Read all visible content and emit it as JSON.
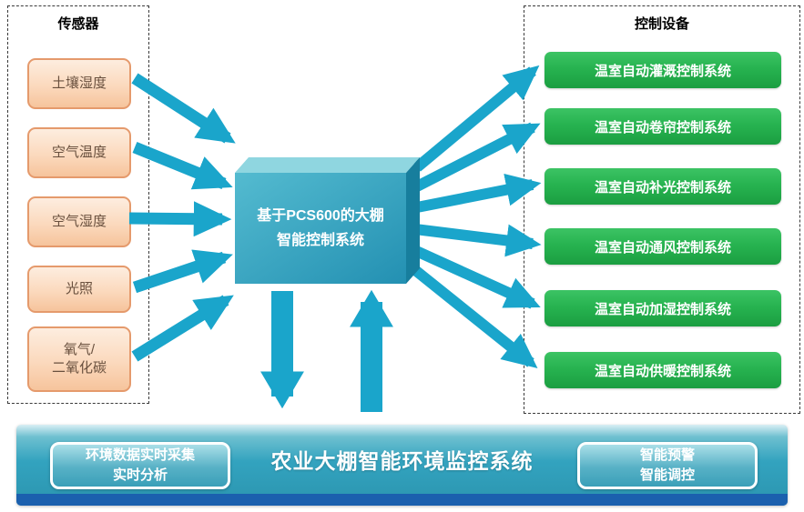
{
  "sensors_panel": {
    "title": "传感器",
    "items": [
      {
        "lines": [
          "土壤湿度"
        ]
      },
      {
        "lines": [
          "空气温度"
        ]
      },
      {
        "lines": [
          "空气湿度"
        ]
      },
      {
        "lines": [
          "光照"
        ]
      },
      {
        "lines": [
          "氧气/",
          "二氧化碳"
        ]
      }
    ]
  },
  "center_box": {
    "line1": "基于PCS600的大棚",
    "line2": "智能控制系统"
  },
  "devices_panel": {
    "title": "控制设备",
    "items": [
      "温室自动灌溉控制系统",
      "温室自动卷帘控制系统",
      "温室自动补光控制系统",
      "温室自动通风控制系统",
      "温室自动加湿控制系统",
      "温室自动供暖控制系统"
    ]
  },
  "bottom_bar": {
    "left_box": {
      "line1": "环境数据实时采集",
      "line2": "实时分析"
    },
    "title": "农业大棚智能环境监控系统",
    "right_box": {
      "line1": "智能预警",
      "line2": "智能调控"
    }
  },
  "colors": {
    "arrow_teal": "#1aa5cb",
    "device_green": "#27b350",
    "sensor_fill": "#fbd9bd",
    "sensor_border": "#e59a6c",
    "center_box_teal": "#2f9fbd",
    "bar_teal": "#2f9fba",
    "bar_base_blue": "#1b60ae"
  }
}
